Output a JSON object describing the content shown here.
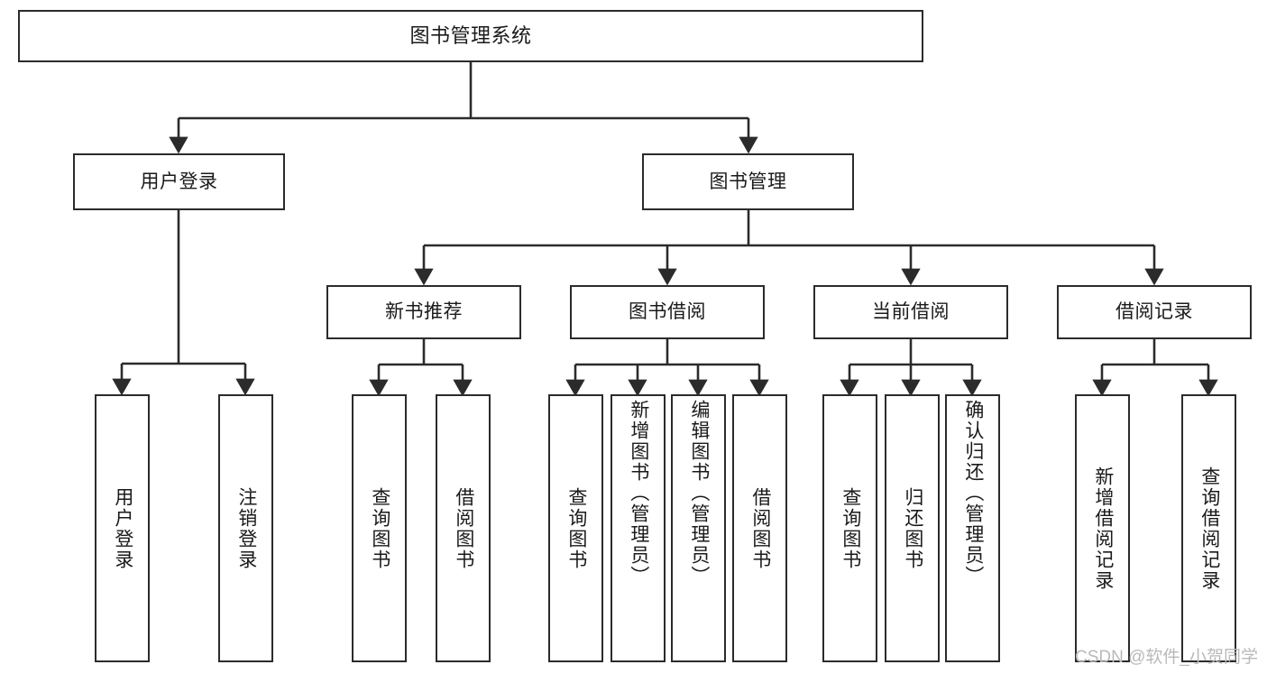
{
  "diagram": {
    "type": "tree",
    "title": "图书管理系统",
    "orientation": "top-down",
    "colors": {
      "node_border": "#2b2b2b",
      "node_fill": "#ffffff",
      "edge": "#2b2b2b",
      "text": "#1a1a1a",
      "watermark": "#b9b9b9"
    },
    "nodes": {
      "root": {
        "label": "图书管理系统"
      },
      "level2": [
        {
          "id": "user-login",
          "label": "用户登录"
        },
        {
          "id": "book-manage",
          "label": "图书管理"
        }
      ],
      "level3": [
        {
          "id": "new-book-rec",
          "label": "新书推荐"
        },
        {
          "id": "book-borrow",
          "label": "图书借阅"
        },
        {
          "id": "current-borrow",
          "label": "当前借阅"
        },
        {
          "id": "borrow-record",
          "label": "借阅记录"
        }
      ],
      "leaves": {
        "user_login": [
          {
            "id": "leaf-user-login",
            "label": "用户登录"
          },
          {
            "id": "leaf-logout",
            "label": "注销登录"
          }
        ],
        "new_book_rec": [
          {
            "id": "leaf-query-book-1",
            "label": "查询图书"
          },
          {
            "id": "leaf-borrow-book-1",
            "label": "借阅图书"
          }
        ],
        "book_borrow": [
          {
            "id": "leaf-query-book-2",
            "label": "查询图书"
          },
          {
            "id": "leaf-add-book",
            "label": "新增图书（管理员）"
          },
          {
            "id": "leaf-edit-book",
            "label": "编辑图书（管理员）"
          },
          {
            "id": "leaf-borrow-book-2",
            "label": "借阅图书"
          }
        ],
        "current_borrow": [
          {
            "id": "leaf-query-book-3",
            "label": "查询图书"
          },
          {
            "id": "leaf-return-book",
            "label": "归还图书"
          },
          {
            "id": "leaf-confirm-return",
            "label": "确认归还（管理员）"
          }
        ],
        "borrow_record": [
          {
            "id": "leaf-add-record",
            "label": "新增借阅记录"
          },
          {
            "id": "leaf-query-record",
            "label": "查询借阅记录"
          }
        ]
      }
    },
    "watermark": "CSDN @软件_小贺同学"
  }
}
